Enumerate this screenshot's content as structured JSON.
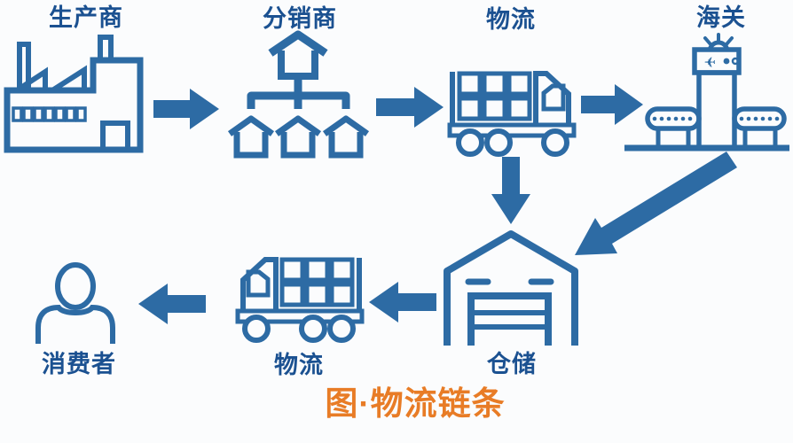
{
  "diagram": {
    "caption": "图·物流链条",
    "nodes": {
      "producer": {
        "label": "生产商",
        "icon": "factory-icon"
      },
      "distributor": {
        "label": "分销商",
        "icon": "distribution-network-icon"
      },
      "logistics_inbound": {
        "label": "物流",
        "icon": "truck-right-icon"
      },
      "customs": {
        "label": "海关",
        "icon": "customs-xray-scanner-icon"
      },
      "warehouse": {
        "label": "仓储",
        "icon": "warehouse-icon"
      },
      "logistics_outbound": {
        "label": "物流",
        "icon": "truck-left-icon"
      },
      "consumer": {
        "label": "消费者",
        "icon": "person-icon"
      }
    },
    "plane_glyph": "✈",
    "flow": [
      {
        "from": "producer",
        "to": "distributor",
        "arrow": "right"
      },
      {
        "from": "distributor",
        "to": "logistics_inbound",
        "arrow": "right"
      },
      {
        "from": "logistics_inbound",
        "to": "customs",
        "arrow": "right"
      },
      {
        "from": "logistics_inbound",
        "to": "warehouse",
        "arrow": "down"
      },
      {
        "from": "customs",
        "to": "warehouse",
        "arrow": "diagonal-down-left"
      },
      {
        "from": "warehouse",
        "to": "logistics_outbound",
        "arrow": "left"
      },
      {
        "from": "logistics_outbound",
        "to": "consumer",
        "arrow": "left"
      }
    ],
    "colors": {
      "icon_blue": "#2d6ba4",
      "label_blue": "#1b5191",
      "caption_orange": "#e87c26",
      "background": "#fbfcfd"
    }
  }
}
